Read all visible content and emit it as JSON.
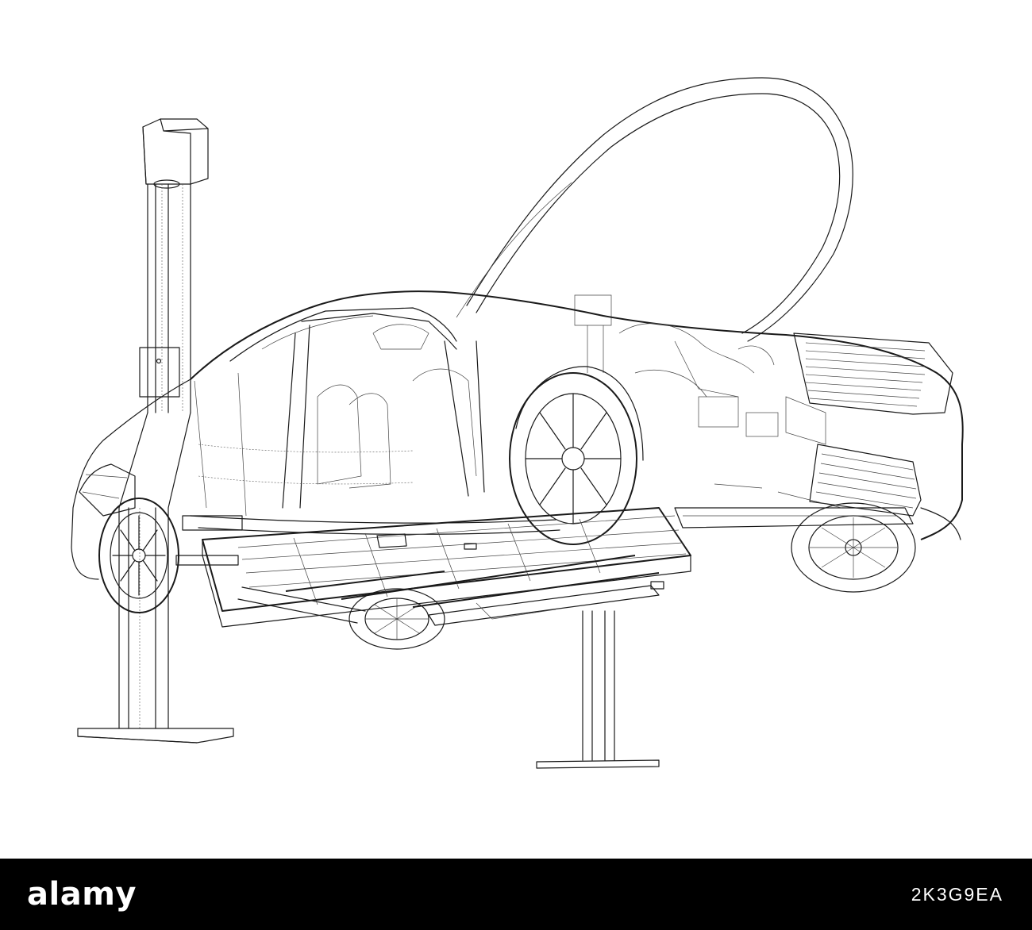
{
  "image": {
    "subject_icon": "car-on-two-post-lift-wireframe",
    "line_color": "#1a1a1a",
    "background_color": "#ffffff"
  },
  "watermark": {
    "brand": "alamy",
    "stock_id": "2K3G9EA",
    "bar_color": "#000000",
    "text_color": "#ffffff"
  }
}
